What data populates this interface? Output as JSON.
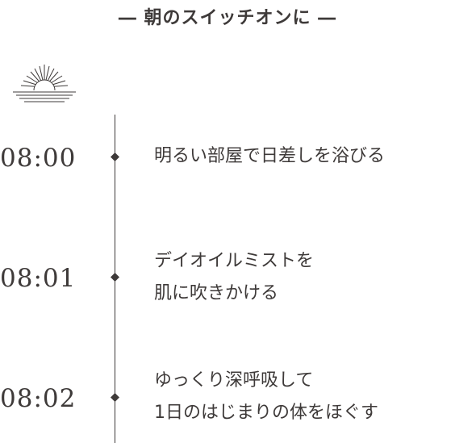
{
  "heading": "― 朝のスイッチオンに ―",
  "icons": {
    "sunrise": "sunrise-icon",
    "marker": "diamond-marker-icon"
  },
  "colors": {
    "text": "#3e3a39",
    "line": "#3e3a39",
    "background": "#ffffff"
  },
  "timeline": [
    {
      "time": "08:00",
      "lines": [
        "明るい部屋で日差しを浴びる"
      ]
    },
    {
      "time": "08:01",
      "lines": [
        "デイオイルミストを",
        "肌に吹きかける"
      ]
    },
    {
      "time": "08:02",
      "lines": [
        "ゆっくり深呼吸して",
        "1日のはじまりの体をほぐす"
      ]
    }
  ]
}
